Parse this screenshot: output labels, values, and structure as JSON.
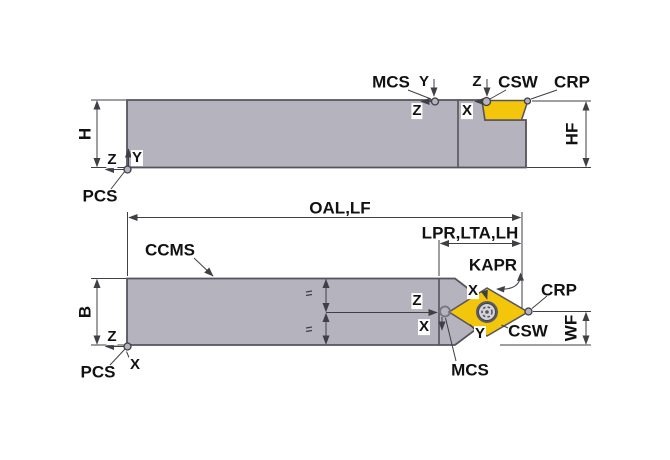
{
  "side_view": {
    "mcs_label": "MCS",
    "axis_y_at_mcs": "Y",
    "axis_z_at_mcs": "Z",
    "axis_z_at_insert": "Z",
    "axis_x_at_insert": "X",
    "csw_label": "CSW",
    "crp_label": "CRP",
    "shank_height_dim": "H",
    "head_height_dim": "HF",
    "pcs_label": "PCS",
    "axis_y_at_pcs": "Y",
    "axis_z_at_pcs": "Z"
  },
  "plan_view": {
    "overall_length_dim": "OAL,LF",
    "head_length_dim": "LPR,LTA,LH",
    "ccms_label": "CCMS",
    "kapr_label": "KAPR",
    "crp_label": "CRP",
    "csw_label": "CSW",
    "shank_width_dim": "B",
    "head_width_dim": "WF",
    "mcs_label": "MCS",
    "axis_z_at_mcs": "Z",
    "axis_x_at_mcs": "X",
    "axis_x_at_insert": "X",
    "axis_y_at_insert": "Y",
    "pcs_label": "PCS",
    "axis_z_at_pcs": "Z",
    "axis_x_at_pcs": "X"
  },
  "colors": {
    "holder_gray": "#b4b3be",
    "insert_yellow": "#f3c60b",
    "outline": "#55545c",
    "line_color": "#3f3f46",
    "label_color": "#111111",
    "background": "#ffffff"
  }
}
